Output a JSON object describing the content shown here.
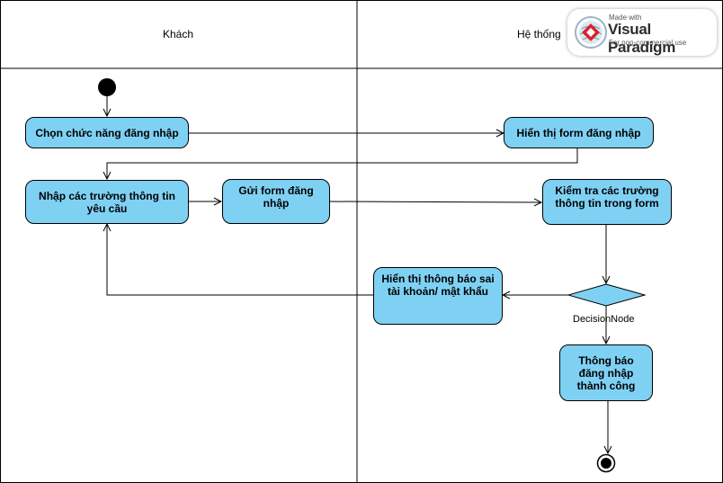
{
  "lanes": {
    "left_title": "Khách",
    "right_title": "Hệ thống"
  },
  "nodes": {
    "choose_login": "Chọn chức năng đăng nhập",
    "enter_fields": "Nhập các trường thông tin yêu cầu",
    "submit_form": "Gửi form đăng nhập",
    "show_login_form": "Hiển thị form đăng nhập",
    "check_fields": "Kiểm tra các trường thông tin trong form",
    "show_error": "Hiển thị thông báo sai tài khoản/ mật khẩu",
    "login_success": "Thông báo đăng nhập thành công"
  },
  "decision": {
    "label": "DecisionNode"
  },
  "watermark": {
    "made_with": "Made with",
    "brand": "Visual Paradigm",
    "note": "For non-commercial use"
  },
  "colors": {
    "node_fill": "#7fd1f4",
    "stroke": "#000000",
    "brand_red": "#d8232a"
  }
}
